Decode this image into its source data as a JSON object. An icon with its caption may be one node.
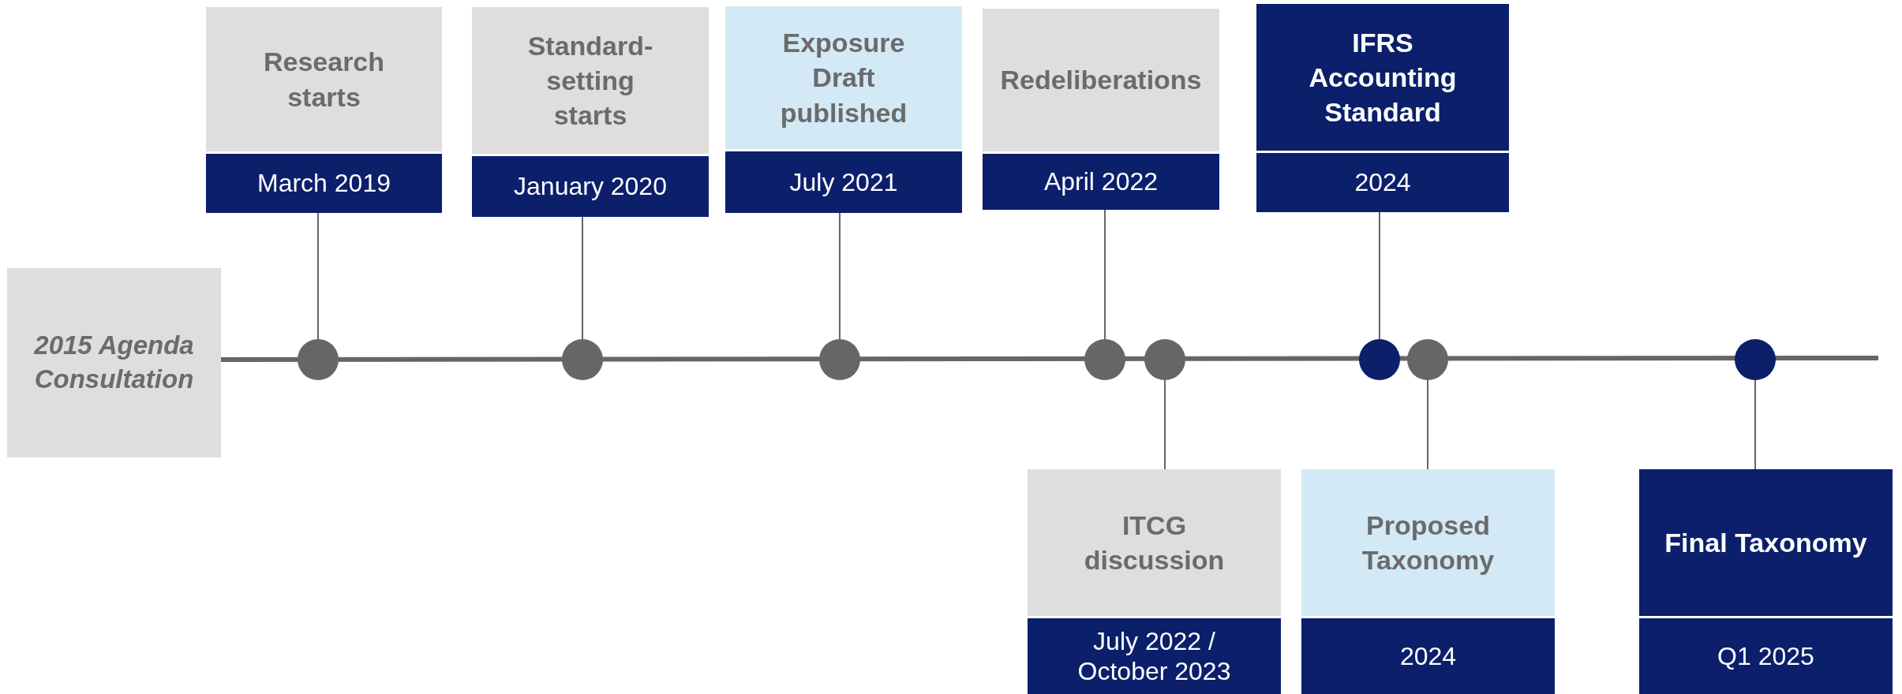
{
  "diagram": {
    "nodes": [
      {
        "text": [
          "2015 Agenda Consultation"
        ]
      },
      {
        "text": [
          "Research starts",
          "March 2019"
        ]
      },
      {
        "text": [
          "Standard-setting starts",
          "January 2020"
        ]
      },
      {
        "text": [
          "Exposure Draft published",
          "July 2021"
        ]
      },
      {
        "text": [
          "Redeliberations",
          "April 2022"
        ]
      },
      {
        "text": [
          "IFRS Accounting Standard",
          "2024"
        ]
      },
      {
        "text": [
          "ITCG discussion",
          "July 2022 / October 2023"
        ]
      },
      {
        "text": [
          "Proposed Taxonomy",
          "2024"
        ]
      },
      {
        "text": [
          "Final Taxonomy",
          "Q1 2025"
        ]
      },
      {
        "text": [],
        "shape": "circle"
      },
      {
        "text": [],
        "shape": "circle"
      },
      {
        "text": [],
        "shape": "circle"
      },
      {
        "text": [],
        "shape": "circle"
      },
      {
        "text": [],
        "shape": "circle"
      },
      {
        "text": [],
        "shape": "circle"
      },
      {
        "text": [],
        "shape": "circle"
      },
      {
        "text": [],
        "shape": "circle"
      }
    ],
    "edges": [
      {
        "from": 1,
        "to": 9,
        "arrow": "none"
      },
      {
        "from": 2,
        "to": 10,
        "arrow": "none"
      },
      {
        "from": 3,
        "to": 11,
        "arrow": "none"
      },
      {
        "from": 4,
        "to": 12,
        "arrow": "none"
      },
      {
        "from": 6,
        "to": 13,
        "arrow": "none"
      },
      {
        "from": 5,
        "to": 14,
        "arrow": "none"
      },
      {
        "from": 7,
        "to": 15,
        "arrow": "none"
      },
      {
        "from": 8,
        "to": 16,
        "arrow": "none"
      }
    ]
  }
}
